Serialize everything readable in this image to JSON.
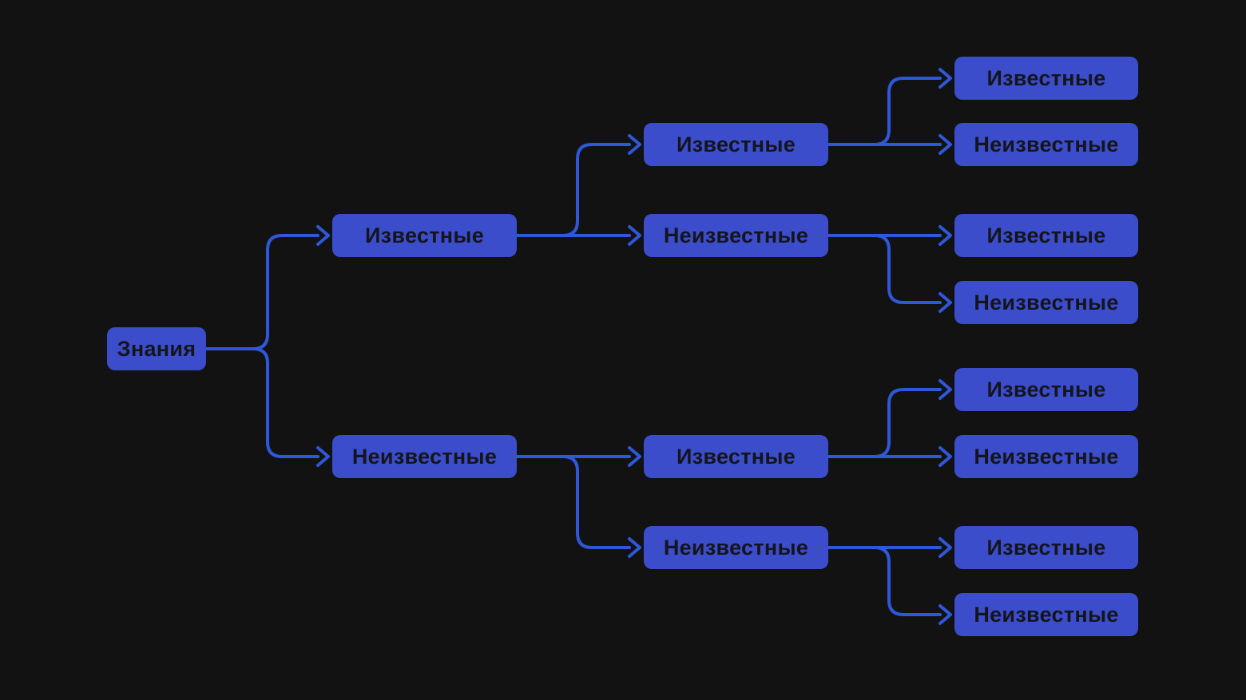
{
  "diagram": {
    "colors": {
      "background": "#121213",
      "node_fill": "#3b4dcb",
      "connector": "#2f57da",
      "node_text": "#14151b"
    },
    "nodes": {
      "root": {
        "label": "Знания"
      },
      "l2_known": {
        "label": "Известные"
      },
      "l2_unknown": {
        "label": "Неизвестные"
      },
      "l3_known_known": {
        "label": "Известные"
      },
      "l3_known_unknown": {
        "label": "Неизвестные"
      },
      "l3_unknown_known": {
        "label": "Известные"
      },
      "l3_unknown_unknown": {
        "label": "Неизвестные"
      },
      "l4_kk_known": {
        "label": "Известные"
      },
      "l4_kk_unknown": {
        "label": "Неизвестные"
      },
      "l4_ku_known": {
        "label": "Известные"
      },
      "l4_ku_unknown": {
        "label": "Неизвестные"
      },
      "l4_uk_known": {
        "label": "Известные"
      },
      "l4_uk_unknown": {
        "label": "Неизвестные"
      },
      "l4_uu_known": {
        "label": "Известные"
      },
      "l4_uu_unknown": {
        "label": "Неизвестные"
      }
    }
  }
}
